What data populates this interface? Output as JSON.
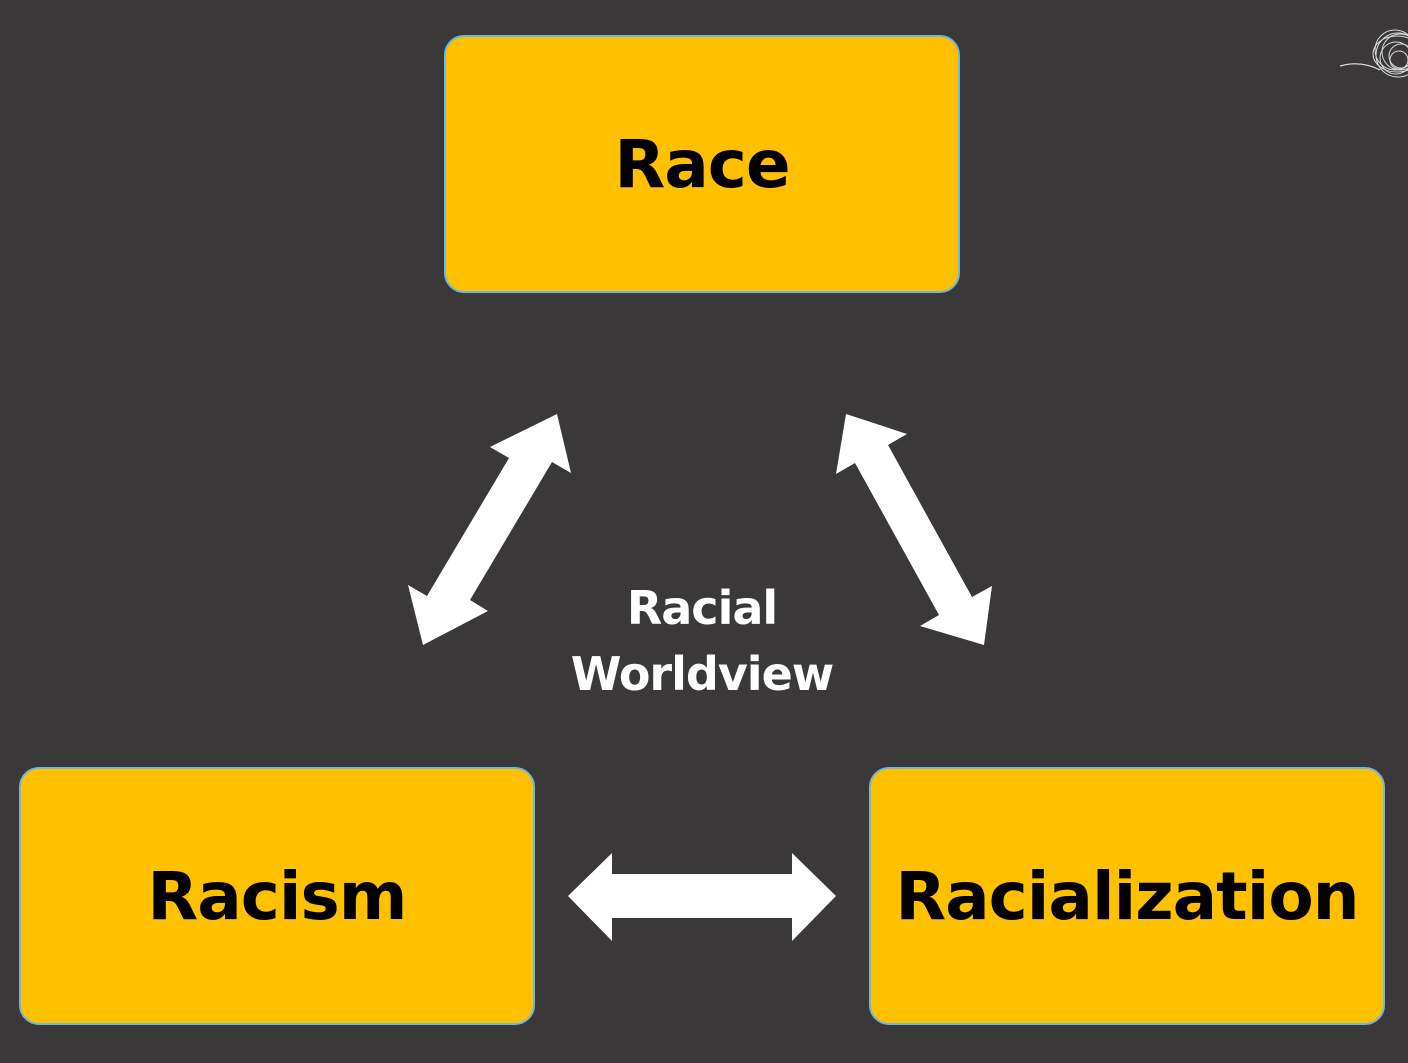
{
  "diagram": {
    "nodes": {
      "race": "Race",
      "racism": "Racism",
      "racialization": "Racialization"
    },
    "center_label_line1": "Racial",
    "center_label_line2": "Worldview",
    "colors": {
      "background": "#3a3839",
      "box_fill": "#ffc000",
      "box_border": "#6fb7d8",
      "arrow": "#ffffff",
      "text_dark": "#000000",
      "text_light": "#ffffff"
    },
    "connectors": [
      {
        "from": "racism",
        "to": "race",
        "style": "double-arrow"
      },
      {
        "from": "race",
        "to": "racialization",
        "style": "double-arrow"
      },
      {
        "from": "racism",
        "to": "racialization",
        "style": "double-arrow"
      }
    ]
  }
}
